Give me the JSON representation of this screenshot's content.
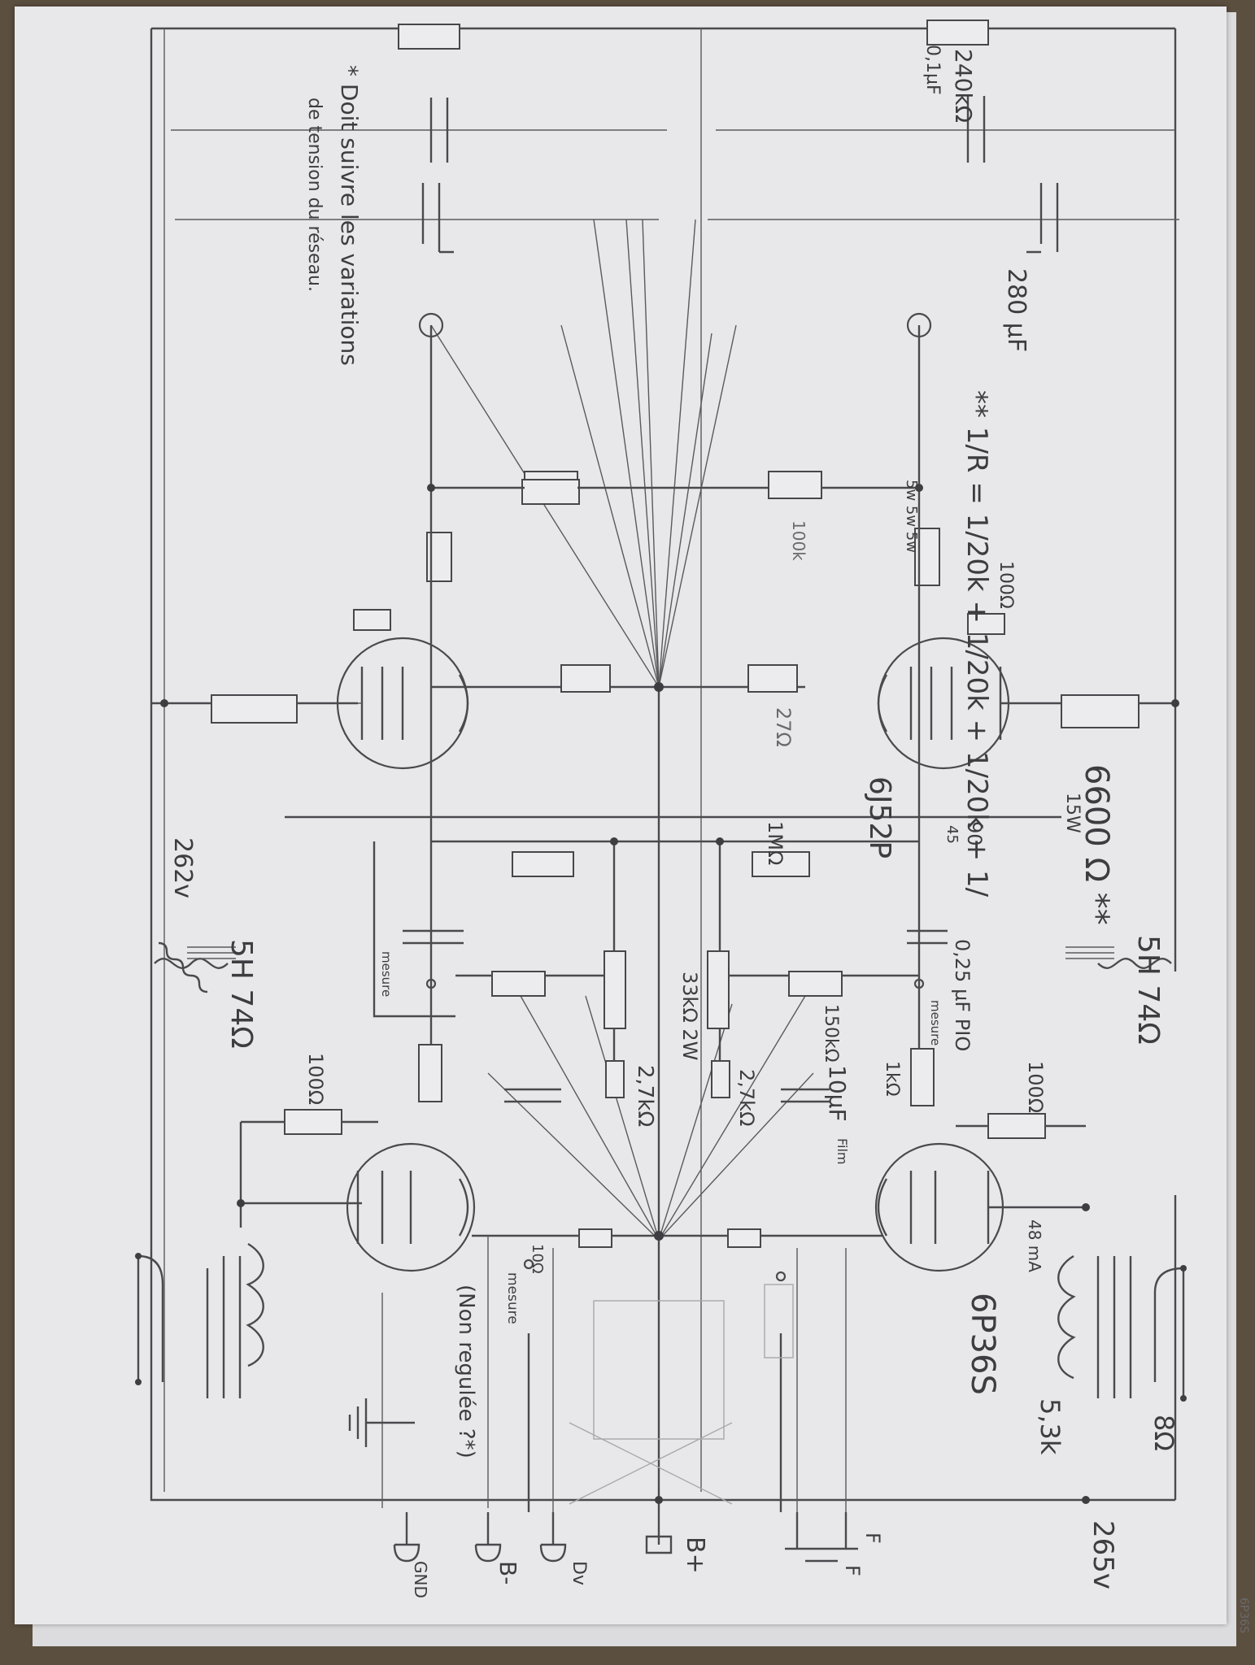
{
  "labels": {
    "r_6600": "6600 Ω **",
    "w_15": "15W",
    "tube_6j52p": "6J52P",
    "tube_6p36s": "6P36S",
    "choke_right": "5H 74Ω",
    "choke_left": "5H 74Ω",
    "v_265": "265v",
    "v_262": "262v",
    "r_8": "8Ω",
    "r_5k3": "5,3k",
    "ma_48": "48 mA",
    "r_100_a": "100Ω",
    "r_100_b": "100Ω",
    "r_100_c": "100Ω",
    "r_1m": "1MΩ",
    "r_150k": "150kΩ",
    "r_1k": "1kΩ",
    "r_33k": "33kΩ 2W",
    "r_2k7_a": "2,7kΩ",
    "r_2k7_b": "2,7kΩ",
    "cap_10uf": "10µF",
    "cap_film": "Film",
    "cap_025": "0,25 µF PIO",
    "mesure_a": "mesure",
    "mesure_b": "mesure",
    "mesure_c": "mesure",
    "r_10": "10Ω",
    "non_regulee": "(Non regulée ?*)",
    "cap_280": "280 µF",
    "r_240k": "240kΩ",
    "cap_01": "0,1µF",
    "formula": "** 1/R = 1/20k + 1/20k + 1/20k + 1/",
    "formula_sub": "5w  5w  5w",
    "note_line1": "* Doit suivre les variations",
    "note_line2": "de tension du réseau.",
    "r_27": "27Ω",
    "r_100k": "100k",
    "v_43": "90",
    "v_45": "45",
    "term_f1": "F",
    "term_f2": "F",
    "term_bplus": "B+",
    "term_dv": "Dv",
    "term_bminus": "B-",
    "term_gnd": "GND",
    "edge_note": "6P36S"
  },
  "colors": {
    "pencil": "#3d3d41",
    "paper": "#e8e8ea",
    "background": "#5b4f3f"
  }
}
